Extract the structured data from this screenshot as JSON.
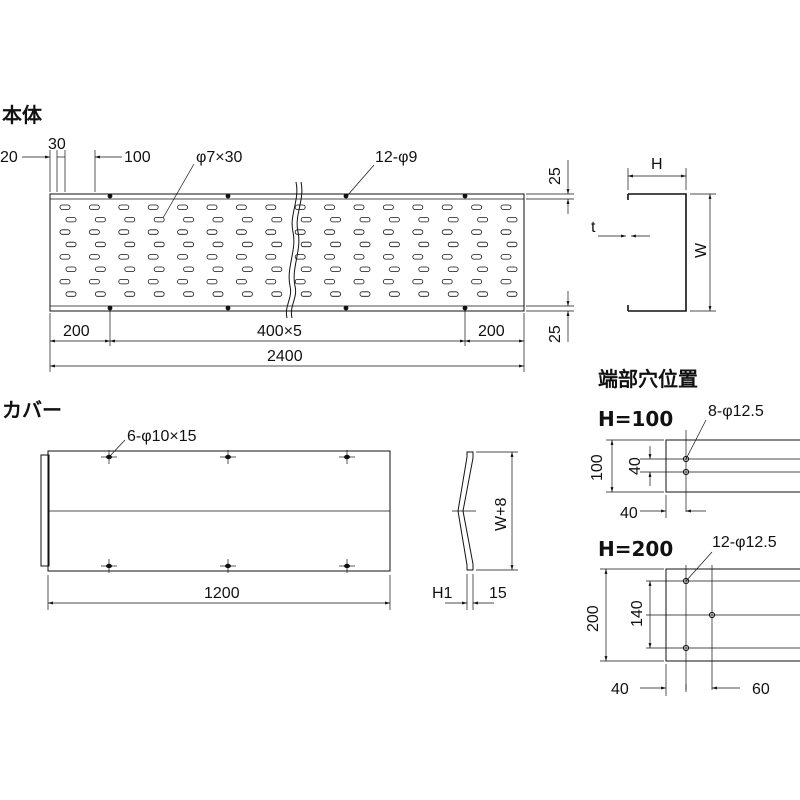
{
  "titles": {
    "body": "本体",
    "cover": "カバー",
    "end_holes": "端部穴位置",
    "h100": "H=100",
    "h200": "H=200"
  },
  "body": {
    "dim_20": "20",
    "dim_30": "30",
    "dim_100": "100",
    "slot": "φ7×30",
    "holes": "12-φ9",
    "end_left": "200",
    "pitch": "400×5",
    "end_right": "200",
    "total": "2400",
    "edge_top": "25",
    "edge_bottom": "25"
  },
  "section": {
    "h": "H",
    "t": "t",
    "w": "W"
  },
  "cover": {
    "holes": "6-φ10×15",
    "length": "1200",
    "height": "W+8",
    "h1": "H1",
    "flange": "15"
  },
  "end_100": {
    "holes": "8-φ12.5",
    "height": "100",
    "pitch": "40",
    "offset": "40"
  },
  "end_200": {
    "holes": "12-φ12.5",
    "height": "200",
    "pitch": "140",
    "offset_left": "40",
    "offset_right": "60"
  }
}
